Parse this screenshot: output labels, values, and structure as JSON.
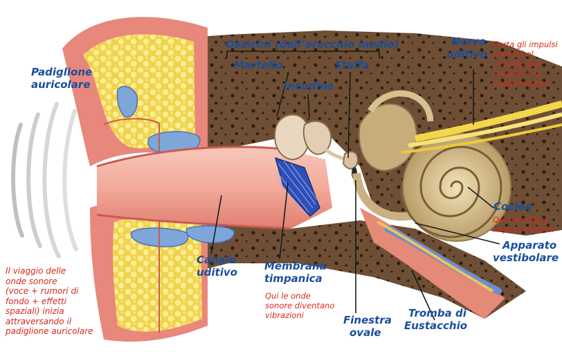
{
  "labels": {
    "ossicini": "Ossicini (dell’orecchio medio)",
    "martello": "Martello",
    "staffa": "Staffa",
    "incudine": "Incudine",
    "nervo_line1": "Nervo",
    "nervo_line2": "uditivo",
    "padiglione_line1": "Padiglione",
    "padiglione_line2": "auricolare",
    "coclea": "Coclea",
    "apparato_line1": "Apparato",
    "apparato_line2": "vestibolare",
    "canale_line1": "Canale",
    "canale_line2": "uditivo",
    "membrana_line1": "Membrana",
    "membrana_line2": "timpanica",
    "finestra_line1": "Finestra",
    "finestra_line2": "ovale",
    "tromba_line1": "Tromba di",
    "tromba_line2": "Eustacchio"
  },
  "notes": {
    "nervo": [
      "Porta gli impulsi",
      "elettrici al",
      "cervello per",
      "l’analisi e la",
      "comprensione"
    ],
    "coclea": [
      "Qui diventano",
      "impulsi elettrici"
    ],
    "membrana": [
      "Qui le onde",
      "sonore diventano",
      "vibrazioni"
    ],
    "viaggio": [
      "Il viaggio delle",
      "onde sonore",
      "(voce + rumori di",
      "fondo + effetti",
      "spaziali) inizia",
      "attraversando il",
      "padiglione auricolare"
    ]
  },
  "colors": {
    "label": "#1a4e9c",
    "note": "#d8261c",
    "bone": "#7a5a3e",
    "cartilage": "#f3df62",
    "skin": "#e9867e",
    "canal": "#f3b0a3"
  }
}
